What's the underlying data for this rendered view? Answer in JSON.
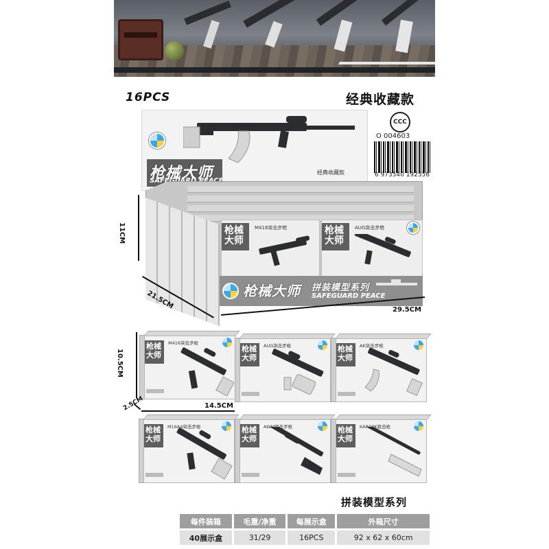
{
  "header": {
    "pieces": "16PCS",
    "collection": "经典收藏款",
    "certification_code": "O 004603",
    "barcode_number": "6 973540 192556"
  },
  "display_box": {
    "brand_cn": "枪械大师",
    "brand_en": "SAFEGUARD PEACE",
    "header_tag": "经典收藏款",
    "series_cn": "拼装模型系列",
    "front_boxes": [
      {
        "name_cn": "枪械大师",
        "label": "M416突击步枪"
      },
      {
        "name_cn": "枪械大师",
        "label": "AUG突击步枪"
      }
    ]
  },
  "dimensions": {
    "display_height": "11CM",
    "display_depth": "21.5CM",
    "display_width": "29.5CM",
    "box_height": "10.5CM",
    "box_width": "14.5CM",
    "box_depth": "2.5CM"
  },
  "boxes": [
    {
      "name_cn": "枪械大师",
      "label": "M416突击步枪"
    },
    {
      "name_cn": "枪械大师",
      "label": "AUG突击步枪"
    },
    {
      "name_cn": "枪械大师",
      "label": "AK突击步枪"
    },
    {
      "name_cn": "枪械大师",
      "label": "M16A4突击步枪"
    },
    {
      "name_cn": "枪械大师",
      "label": "AWM狙击步枪"
    },
    {
      "name_cn": "枪械大师",
      "label": "KAR98K狙击枪"
    }
  ],
  "footer": {
    "series": "拼装模型系列",
    "spec_headers": [
      "每件装箱",
      "毛重/净重",
      "每展示盒",
      "外箱尺寸"
    ],
    "spec_values": [
      "40展示盒",
      "31/29",
      "16PCS",
      "92 x 62 x 60cm"
    ]
  }
}
